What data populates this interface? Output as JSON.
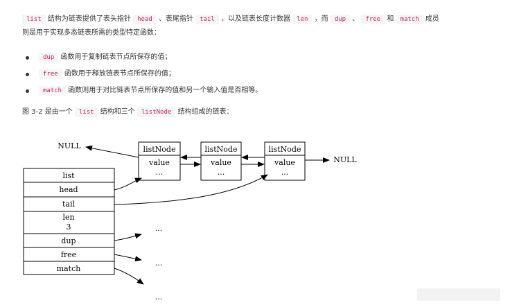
{
  "intro": {
    "code_list": "list",
    "t1": "结构为链表提供了表头指针",
    "code_head": "head",
    "t2": "、表尾指针",
    "code_tail": "tail",
    "t3": "，以及链表长度计数器",
    "code_len": "len",
    "t4": "，而",
    "code_dup": "dup",
    "t5": "、",
    "code_free": "free",
    "t6": "和",
    "code_match": "match",
    "t7": "成员",
    "line2": "则是用于实现多态链表所需的类型特定函数："
  },
  "bullets": [
    {
      "code": "dup",
      "text": "函数用于复制链表节点所保存的值；"
    },
    {
      "code": "free",
      "text": "函数用于释放链表节点所保存的值；"
    },
    {
      "code": "match",
      "text": "函数则用于对比链表节点所保存的值和另一个输入值是否相等。"
    }
  ],
  "figure_caption": {
    "t1": "图 3-2 是由一个",
    "code_list": "list",
    "t2": "结构和三个",
    "code_listnode": "listNode",
    "t3": "结构组成的链表："
  },
  "diagram": {
    "null_left": "NULL",
    "null_right": "NULL",
    "nodes": [
      {
        "title": "listNode",
        "value": "value",
        "more": "..."
      },
      {
        "title": "listNode",
        "value": "value",
        "more": "..."
      },
      {
        "title": "listNode",
        "value": "value",
        "more": "..."
      }
    ],
    "list_fields": {
      "list": "list",
      "head": "head",
      "tail": "tail",
      "len": "len",
      "len_value": "3",
      "dup": "dup",
      "free": "free",
      "match": "match"
    },
    "ellipsis_dup": "...",
    "ellipsis_free": "...",
    "ellipsis_match": "..."
  }
}
